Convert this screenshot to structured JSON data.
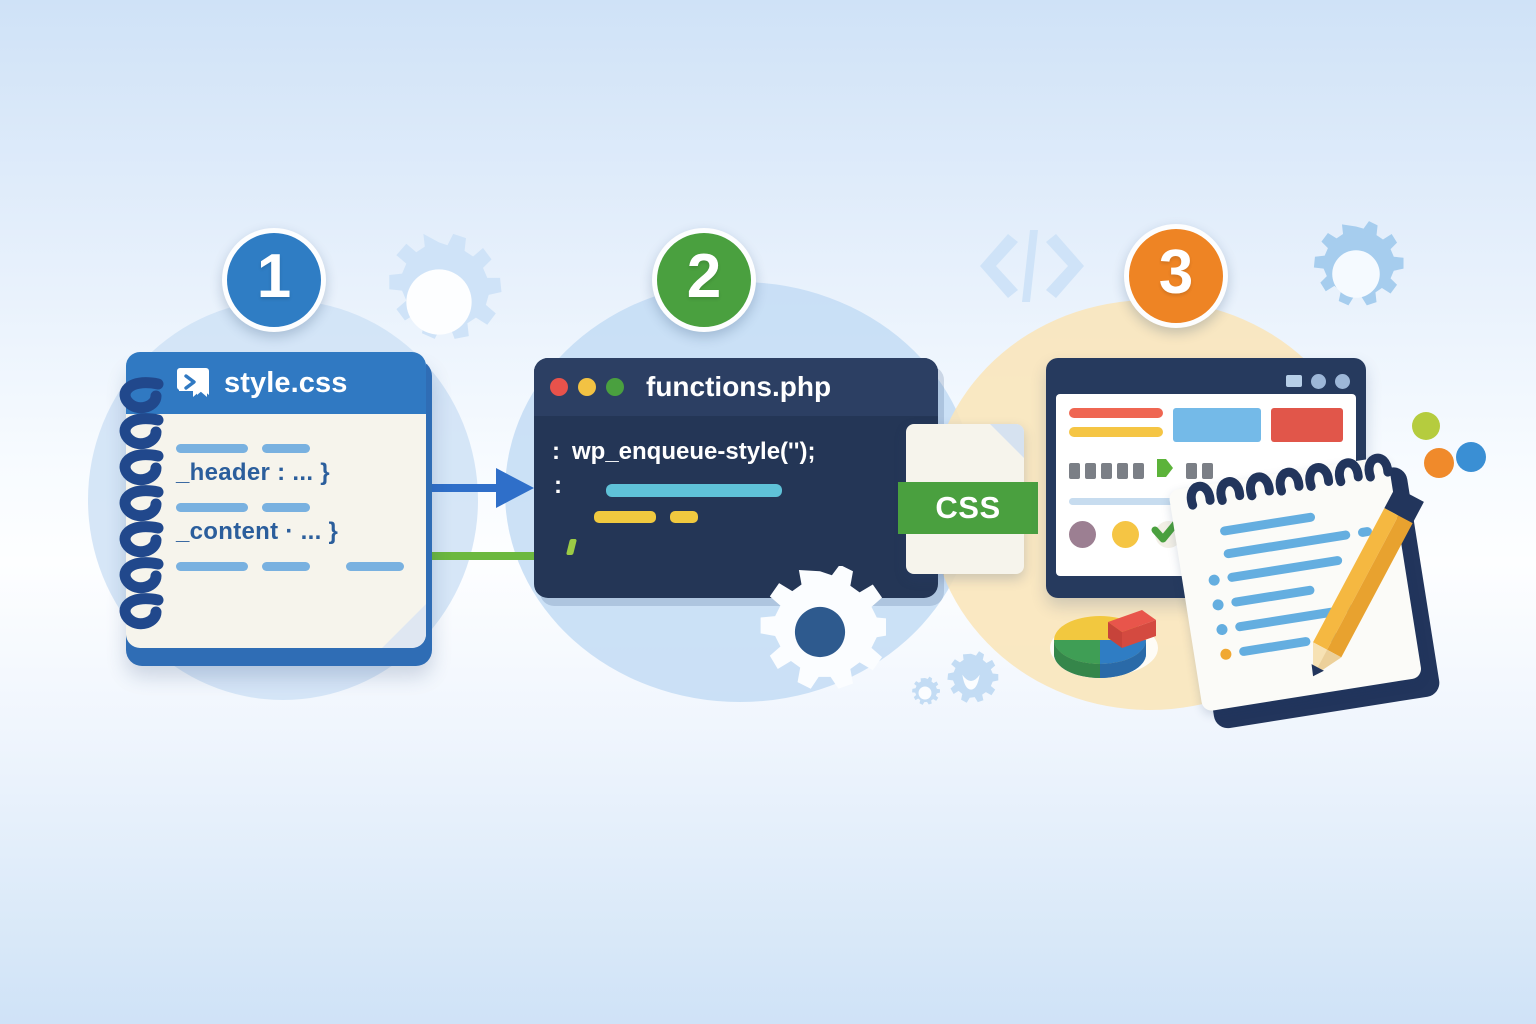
{
  "illustration": {
    "title": "WordPress CSS enqueue workflow",
    "background_gradient_top": "#cfe2f7",
    "background_gradient_mid": "#fdfeff"
  },
  "steps": [
    {
      "number": "1",
      "color": "#2f7dc4",
      "name": "style-sheet"
    },
    {
      "number": "2",
      "color": "#4aa03f",
      "name": "enqueue-function"
    },
    {
      "number": "3",
      "color": "#ee8424",
      "name": "rendered-site"
    }
  ],
  "step1": {
    "file_title": "style.css",
    "icon": "css-file-icon",
    "header_color": "#3079c2",
    "code_lines": [
      "_header : ...  }",
      "_content · ...  }"
    ]
  },
  "step2": {
    "file_title": "functions.php",
    "window_dots": [
      "#e8524b",
      "#f2c243",
      "#4aa03f"
    ],
    "code_line": "wp_enqueue-style('');",
    "prompt_glyph": ":",
    "accent_bar_color": "#5fc2d8",
    "highlight_bar_color": "#f0c93f",
    "gear_icon": "gear-icon"
  },
  "css_badge": {
    "label": "CSS",
    "band_color": "#4aa03f"
  },
  "step3": {
    "browser": {
      "title_bar_controls": [
        "square",
        "circle",
        "circle"
      ],
      "content_line_colors": [
        "#ef6652",
        "#f5c544"
      ],
      "block_color": "#74bae8",
      "accent_block_color": "#e1564a",
      "pill_count": 5,
      "play_icon": "play-icon",
      "status_circles": [
        "#9c7f92",
        "#f5c544",
        "#f2efe6"
      ],
      "check_icon": "check-icon"
    },
    "notepad": {
      "bullets": [
        "#64aee0",
        "#64aee0",
        "#64aee0",
        "#f0a833"
      ],
      "pencil_icon": "pencil-icon"
    },
    "pie_chart_icon": "pie-chart-icon",
    "palette_dots": [
      "#b5cc3e",
      "#f08a2b",
      "#3a8fd4"
    ]
  },
  "decorations": {
    "gear_large": "gear-icon",
    "gear_top_right": "gear-icon",
    "code_brackets": "code-brackets-icon",
    "gear_small_pair": "gear-icon"
  },
  "arrows": [
    {
      "name": "arrow-style-to-functions",
      "color": "#2f6fc9"
    },
    {
      "name": "arrow-enqueue-in",
      "color": "#6cb83f"
    },
    {
      "name": "arrow-functions-to-css",
      "color": "#7fb6e8"
    }
  ]
}
